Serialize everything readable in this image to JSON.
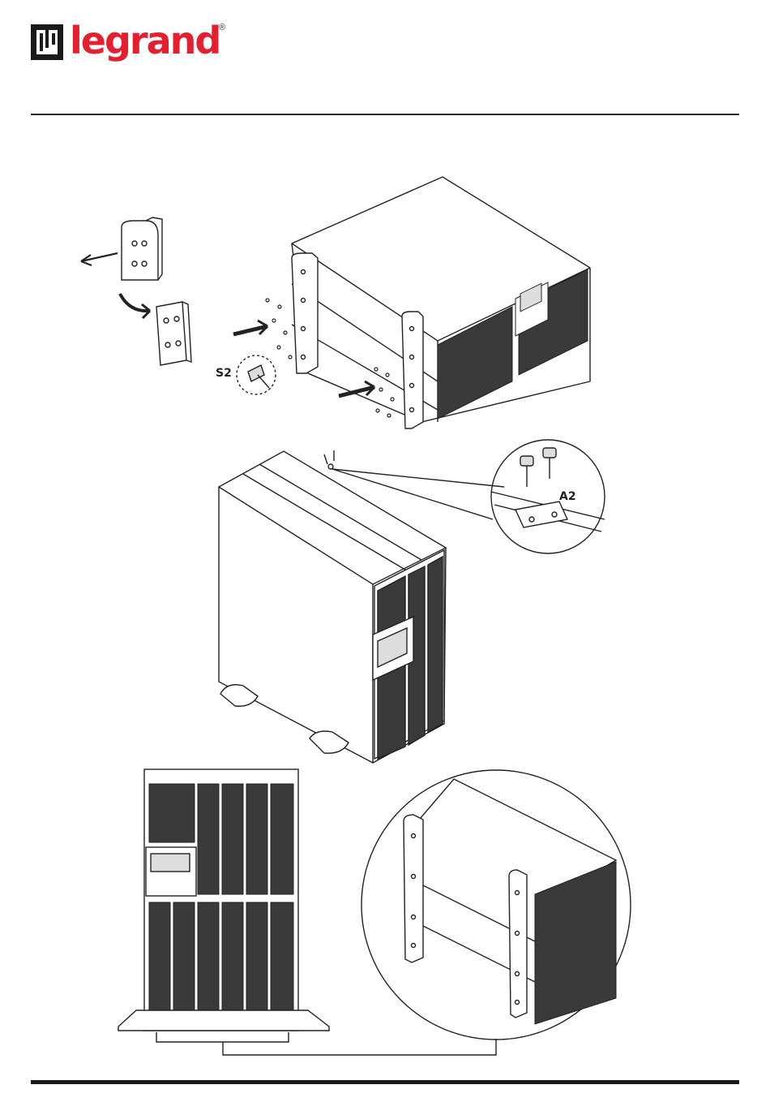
{
  "brand": {
    "name": "legrand",
    "registered_mark": "®",
    "color": "#e4202e"
  },
  "figures": {
    "step1": {
      "callout": "S2",
      "icon": "rack-ear-mounting-illustration"
    },
    "step2": {
      "callout": "A2",
      "icon": "tower-top-plate-illustration"
    },
    "step3": {
      "icon": "rack-front-and-bracket-illustration"
    }
  }
}
